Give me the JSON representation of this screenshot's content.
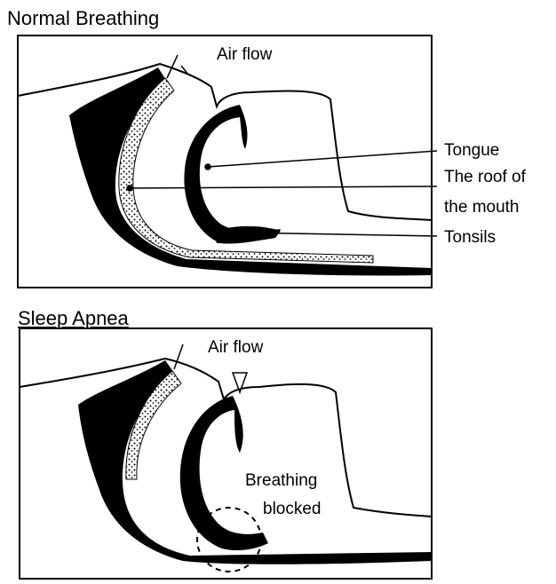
{
  "panels": [
    {
      "title": "Normal Breathing",
      "labels": {
        "air_flow": "Air flow",
        "tongue": "Tongue",
        "roof_line1": "The roof of",
        "roof_line2": "the mouth",
        "tonsils": "Tonsils"
      }
    },
    {
      "title": "Sleep Apnea",
      "labels": {
        "air_flow": "Air flow",
        "blocked_line1": "Breathing",
        "blocked_line2": "blocked"
      }
    }
  ],
  "colors": {
    "ink": "#000000",
    "paper": "#ffffff",
    "airway": "#bdbdbd"
  }
}
